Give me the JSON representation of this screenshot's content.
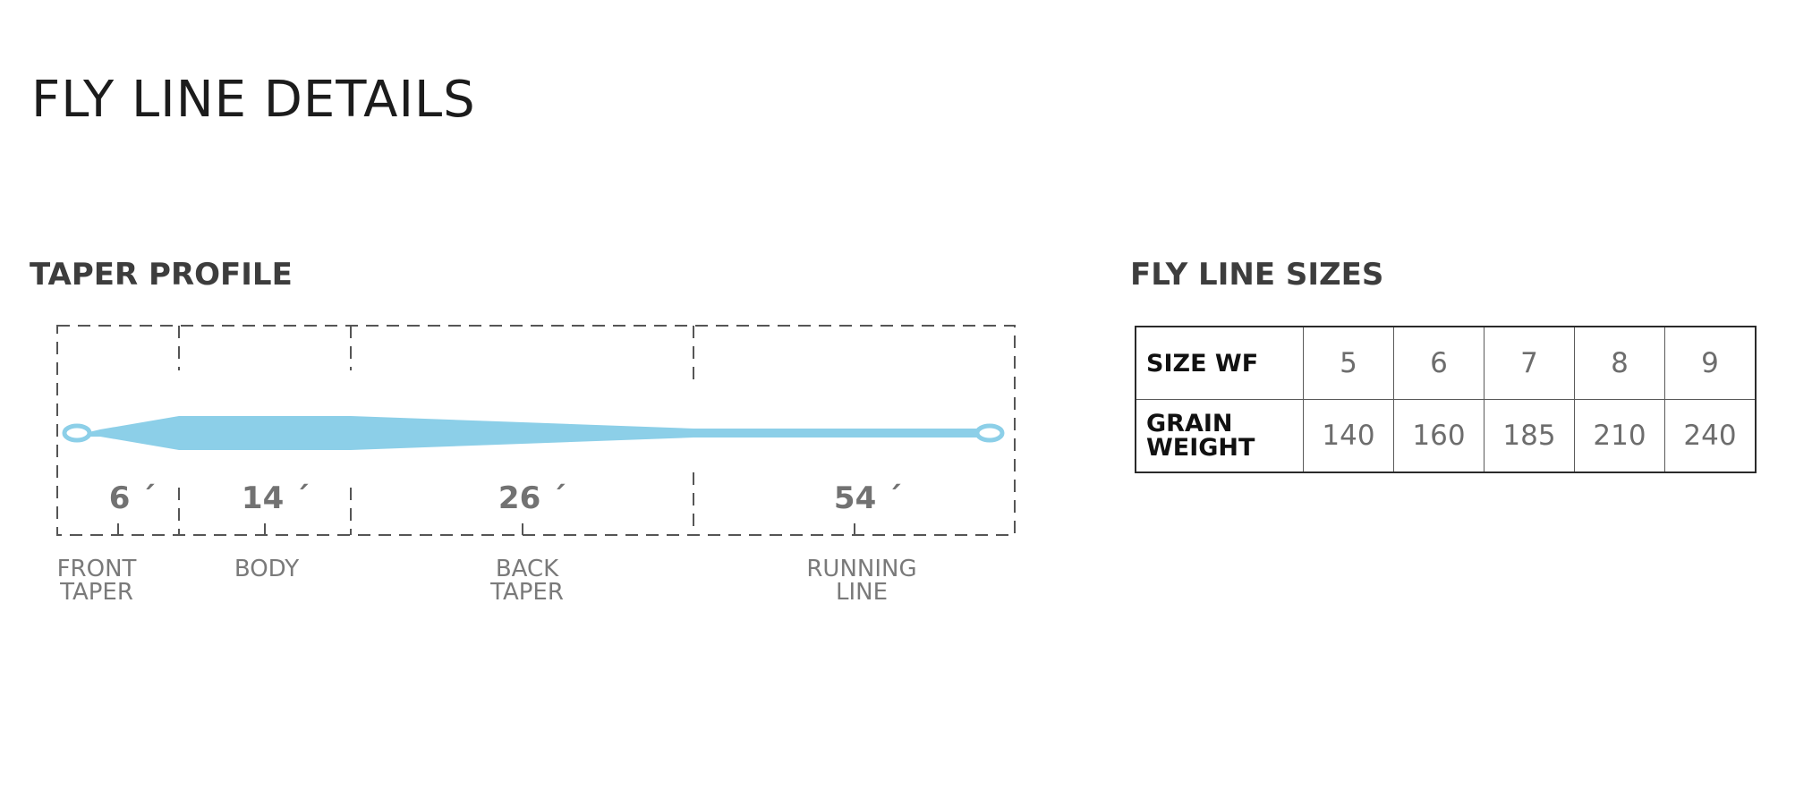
{
  "page_title": "FLY LINE DETAILS",
  "taper_profile": {
    "title": "TAPER PROFILE",
    "line_color": "#8ccfe8",
    "segments": [
      {
        "length": "6 ´",
        "label_line1": "FRONT",
        "label_line2": "TAPER"
      },
      {
        "length": "14 ´",
        "label_line1": "BODY",
        "label_line2": ""
      },
      {
        "length": "26 ´",
        "label_line1": "BACK",
        "label_line2": "TAPER"
      },
      {
        "length": "54 ´",
        "label_line1": "RUNNING",
        "label_line2": "LINE"
      }
    ]
  },
  "fly_line_sizes": {
    "title": "FLY LINE SIZES",
    "size_header": "SIZE WF",
    "weight_header_line1": "GRAIN",
    "weight_header_line2": "WEIGHT",
    "sizes": [
      "5",
      "6",
      "7",
      "8",
      "9"
    ],
    "grain_weights": [
      "140",
      "160",
      "185",
      "210",
      "240"
    ]
  }
}
